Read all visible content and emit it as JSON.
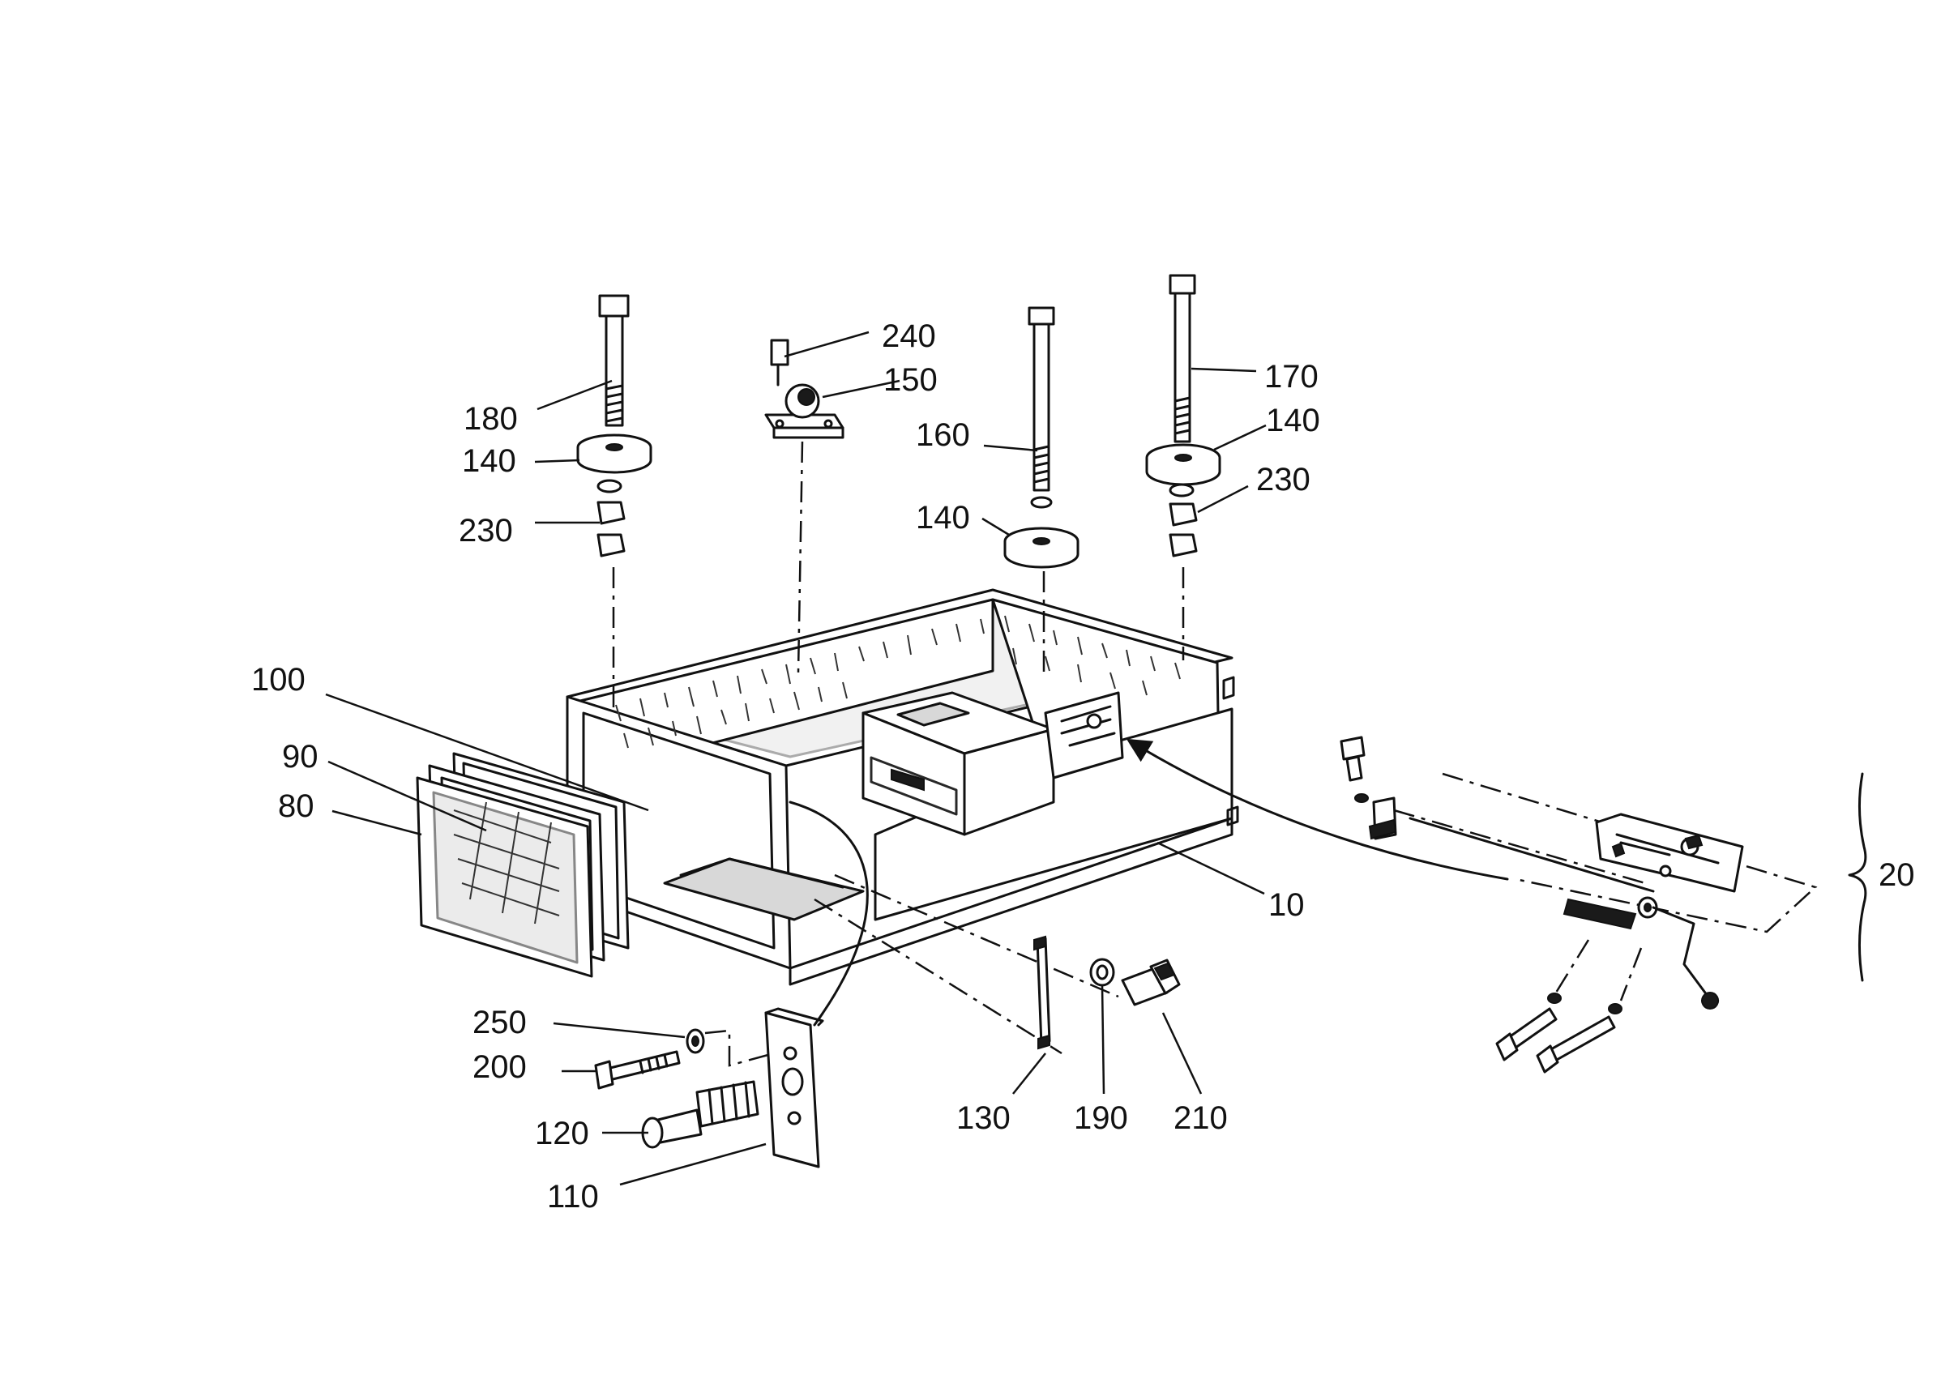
{
  "labels": {
    "l180": "180",
    "l140a": "140",
    "l230a": "230",
    "l240": "240",
    "l150": "150",
    "l160": "160",
    "l140b": "140",
    "l170": "170",
    "l140c": "140",
    "l230b": "230",
    "l100": "100",
    "l90": "90",
    "l80": "80",
    "l10": "10",
    "l20": "20",
    "l250": "250",
    "l200": "200",
    "l120": "120",
    "l110": "110",
    "l130": "130",
    "l190": "190",
    "l210": "210"
  }
}
